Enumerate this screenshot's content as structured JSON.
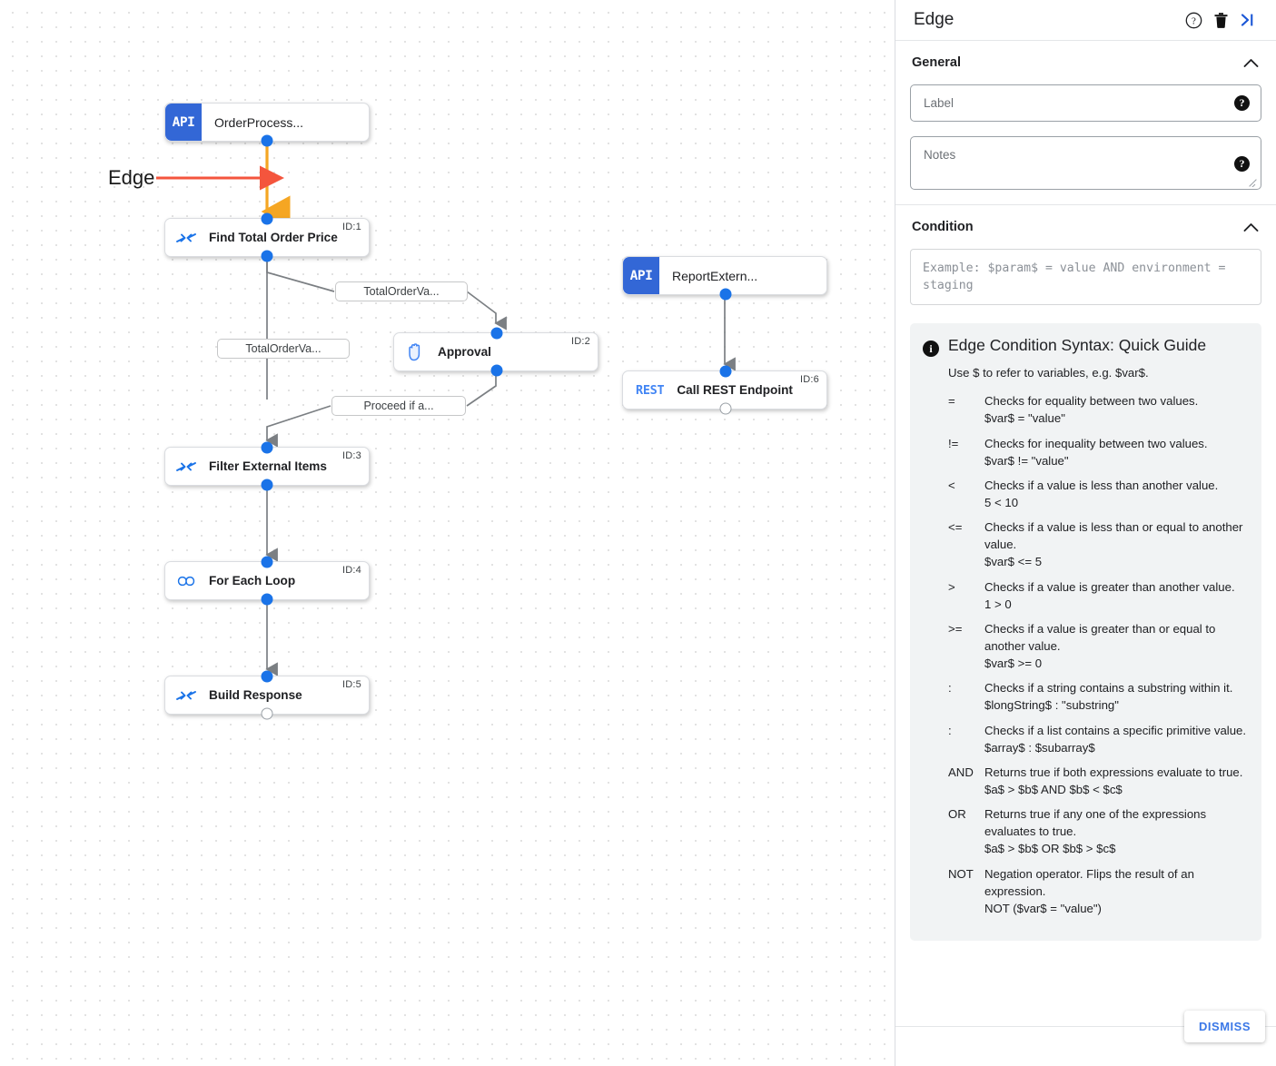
{
  "canvas": {
    "annotation": {
      "label": "Edge",
      "arrow_color": "#f4553d"
    },
    "highlight_edge_color": "#f5a623",
    "nodes": [
      {
        "key": "orderprocess",
        "title": "OrderProcess...",
        "badge": "API",
        "id_label": "",
        "icon": "api-badge"
      },
      {
        "key": "find_total",
        "title": "Find Total Order Price",
        "badge": "",
        "id_label": "ID:1",
        "icon": "merge-arrows-icon"
      },
      {
        "key": "approval",
        "title": "Approval",
        "badge": "",
        "id_label": "ID:2",
        "icon": "hand-icon"
      },
      {
        "key": "filter_external",
        "title": "Filter External Items",
        "badge": "",
        "id_label": "ID:3",
        "icon": "merge-arrows-icon"
      },
      {
        "key": "for_each",
        "title": "For Each Loop",
        "badge": "",
        "id_label": "ID:4",
        "icon": "infinity-icon"
      },
      {
        "key": "build_response",
        "title": "Build Response",
        "badge": "",
        "id_label": "ID:5",
        "icon": "merge-arrows-icon"
      },
      {
        "key": "reportextern",
        "title": "ReportExtern...",
        "badge": "API",
        "id_label": "",
        "icon": "api-badge"
      },
      {
        "key": "call_rest",
        "title": "Call REST Endpoint",
        "badge": "REST",
        "id_label": "ID:6",
        "icon": "rest-tag"
      }
    ],
    "edge_labels": [
      {
        "key": "chip1",
        "text": "TotalOrderVa..."
      },
      {
        "key": "chip2",
        "text": "TotalOrderVa..."
      },
      {
        "key": "chip3",
        "text": "Proceed if a..."
      }
    ]
  },
  "panel": {
    "title": "Edge",
    "header_icons": [
      "help-circle-icon",
      "trash-icon",
      "collapse-panel-icon"
    ],
    "general": {
      "title": "General",
      "label_field_placeholder": "Label",
      "notes_field_placeholder": "Notes"
    },
    "condition": {
      "title": "Condition",
      "placeholder": "Example: $param$ = value AND environment = staging"
    },
    "guide": {
      "title": "Edge Condition Syntax: Quick Guide",
      "subtitle": "Use $ to refer to variables, e.g. $var$.",
      "rows": [
        {
          "symbol": "=",
          "description": "Checks for equality between two values.",
          "example": "$var$ = \"value\""
        },
        {
          "symbol": "!=",
          "description": "Checks for inequality between two values.",
          "example": "$var$ != \"value\""
        },
        {
          "symbol": "<",
          "description": "Checks if a value is less than another value.",
          "example": "5 < 10"
        },
        {
          "symbol": "<=",
          "description": "Checks if a value is less than or equal to another value.",
          "example": "$var$ <= 5"
        },
        {
          "symbol": ">",
          "description": "Checks if a value is greater than another value.",
          "example": "1 > 0"
        },
        {
          "symbol": ">=",
          "description": "Checks if a value is greater than or equal to another value.",
          "example": "$var$ >= 0"
        },
        {
          "symbol": ":",
          "description": "Checks if a string contains a substring within it.",
          "example": "$longString$ : \"substring\""
        },
        {
          "symbol": ":",
          "description": "Checks if a list contains a specific primitive value.",
          "example": "$array$ : $subarray$"
        },
        {
          "symbol": "AND",
          "description": "Returns true if both expressions evaluate to true.",
          "example": "$a$ > $b$ AND $b$ < $c$"
        },
        {
          "symbol": "OR",
          "description": "Returns true if any one of the expressions evaluates to true.",
          "example": "$a$ > $b$ OR $b$ > $c$"
        },
        {
          "symbol": "NOT",
          "description": "Negation operator. Flips the result of an expression.",
          "example": "NOT ($var$ = \"value\")"
        }
      ]
    },
    "footer": {
      "dismiss_label": "DISMISS"
    },
    "accent_color": "#3b78e7"
  }
}
